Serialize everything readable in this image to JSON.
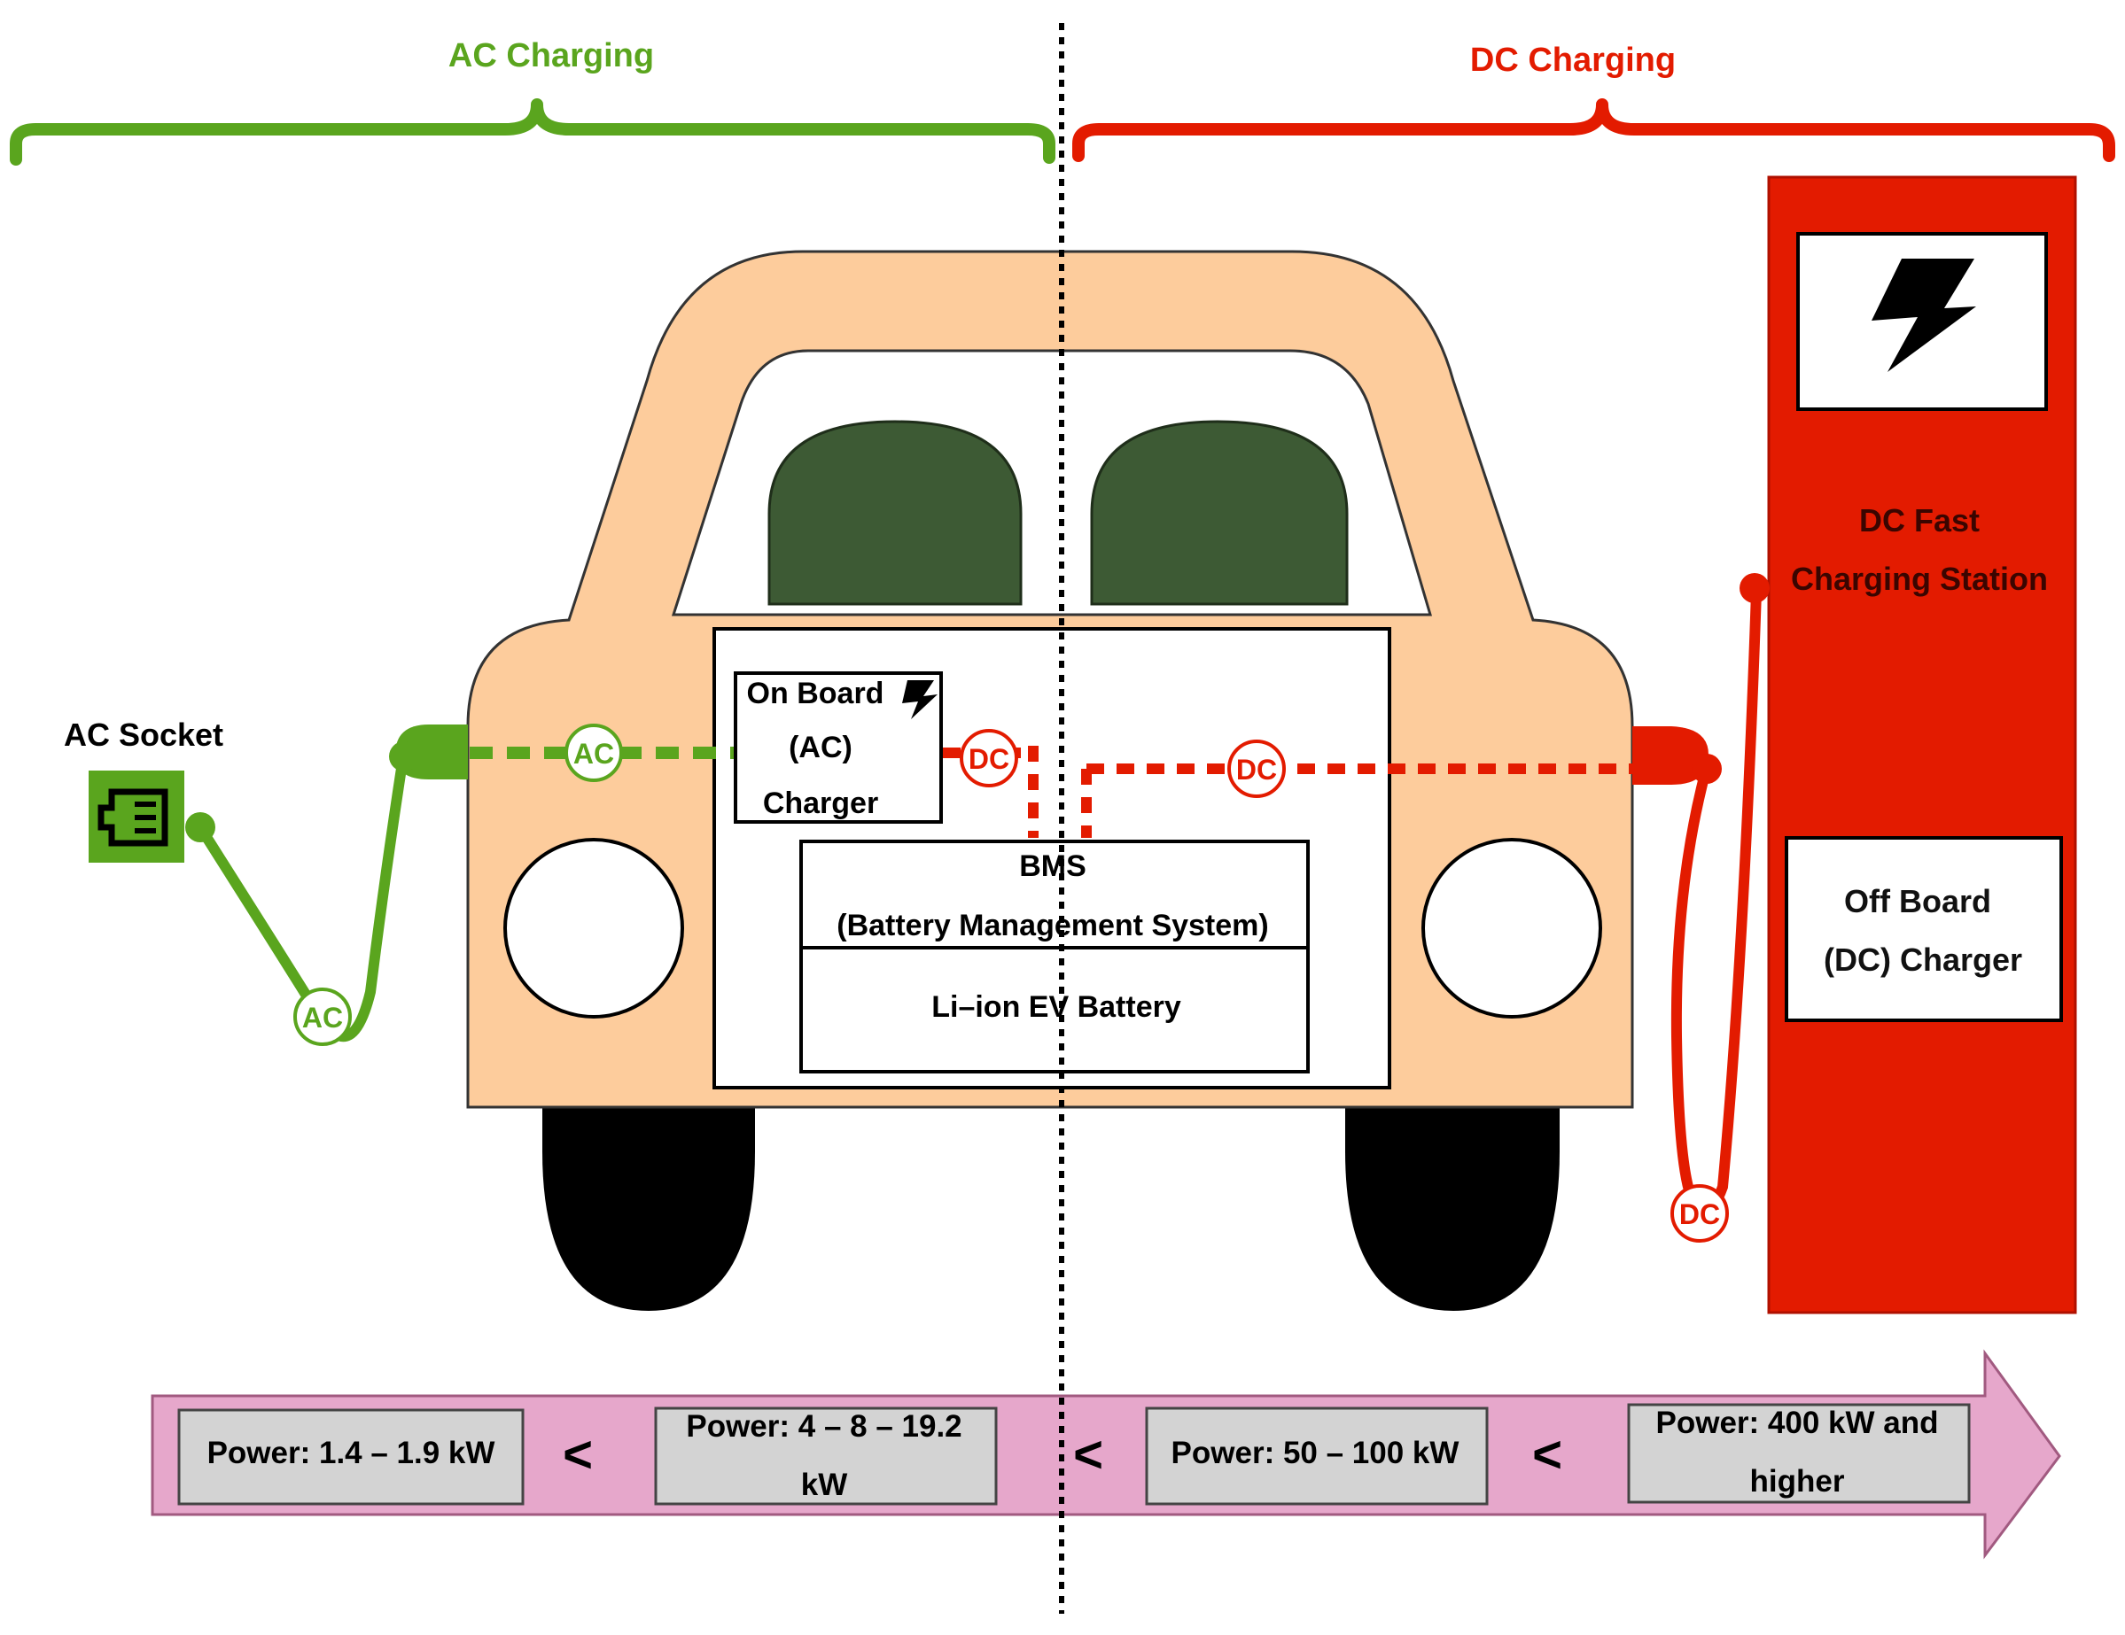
{
  "colors": {
    "ac": "#5aa51e",
    "dc": "#e31b00",
    "car_body": "#fdcc9c",
    "seat": "#3d5a34",
    "tire": "#000000",
    "power_bar": "#e6a7cb",
    "power_box": "#d3d3d3"
  },
  "labels": {
    "ac_charging": "AC Charging",
    "dc_charging": "DC Charging",
    "ac_socket": "AC Socket",
    "dc_station_line1": "DC Fast",
    "dc_station_line2": "Charging Station",
    "offboard_line1": "Off Board",
    "offboard_line2": "(DC) Charger",
    "onboard_line1": "On Board",
    "onboard_line2": "(AC)",
    "onboard_line3": "Charger",
    "bms_line1": "BMS",
    "bms_line2": "(Battery Management System)",
    "battery": "Li–ion EV Battery",
    "ac_marker": "AC",
    "dc_marker": "DC"
  },
  "power_levels": [
    {
      "lines": [
        "Power: 1.4 – 1.9 kW"
      ]
    },
    {
      "lines": [
        "Power: 4 – 8 – 19.2",
        "kW"
      ]
    },
    {
      "lines": [
        "Power: 50 – 100 kW"
      ]
    },
    {
      "lines": [
        "Power: 400 kW and",
        "higher"
      ]
    }
  ],
  "comparator": "<"
}
